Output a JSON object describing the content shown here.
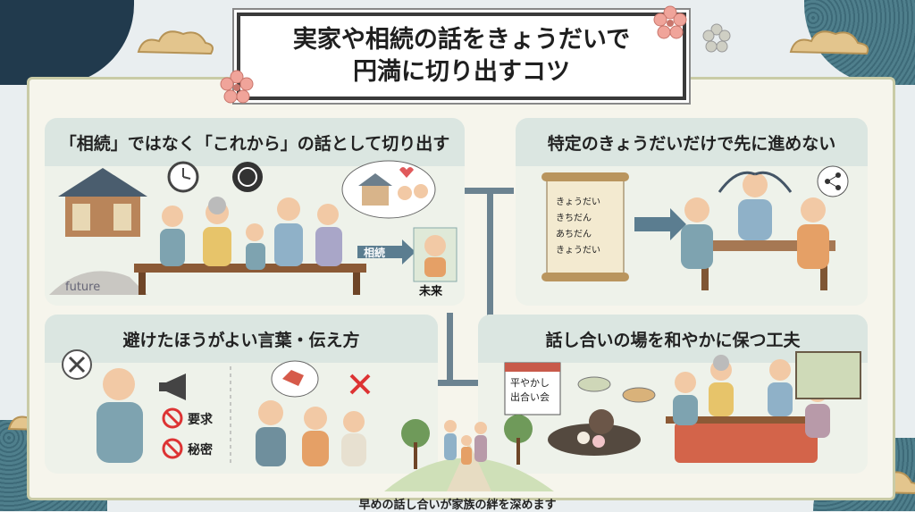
{
  "title": {
    "line1": "実家や相続の話をきょうだいで",
    "line2": "円満に切り出すコツ"
  },
  "panels": {
    "p1": {
      "heading": "「相続」ではなく「これから」の話として切り出す",
      "path_label": "future",
      "arrow_label": "相続",
      "future_label": "未来"
    },
    "p2": {
      "heading": "特定のきょうだいだけで先に進めない",
      "scroll_lines": [
        "きょうだい",
        "きちだん",
        "あちだん",
        "きょうだい"
      ]
    },
    "p3": {
      "heading": "避けたほうがよい言葉・伝え方",
      "items": [
        "要求",
        "秘密"
      ]
    },
    "p4": {
      "heading": "話し合いの場を和やかに保つ工夫",
      "calendar_lines": [
        "平やかし",
        "出合い会"
      ]
    }
  },
  "footer": "早めの話し合いが家族の絆を深めます",
  "colors": {
    "frame": "#c9cba6",
    "panel_head": "#dbe6e1",
    "accent_teal": "#3d6a78",
    "sakura": "#f0a49a"
  },
  "icons": [
    "clock-icon",
    "family-crest-icon",
    "share-icon",
    "cross-icon",
    "megaphone-icon",
    "prohibit-icon",
    "sakura-icon",
    "cloud-icon"
  ]
}
